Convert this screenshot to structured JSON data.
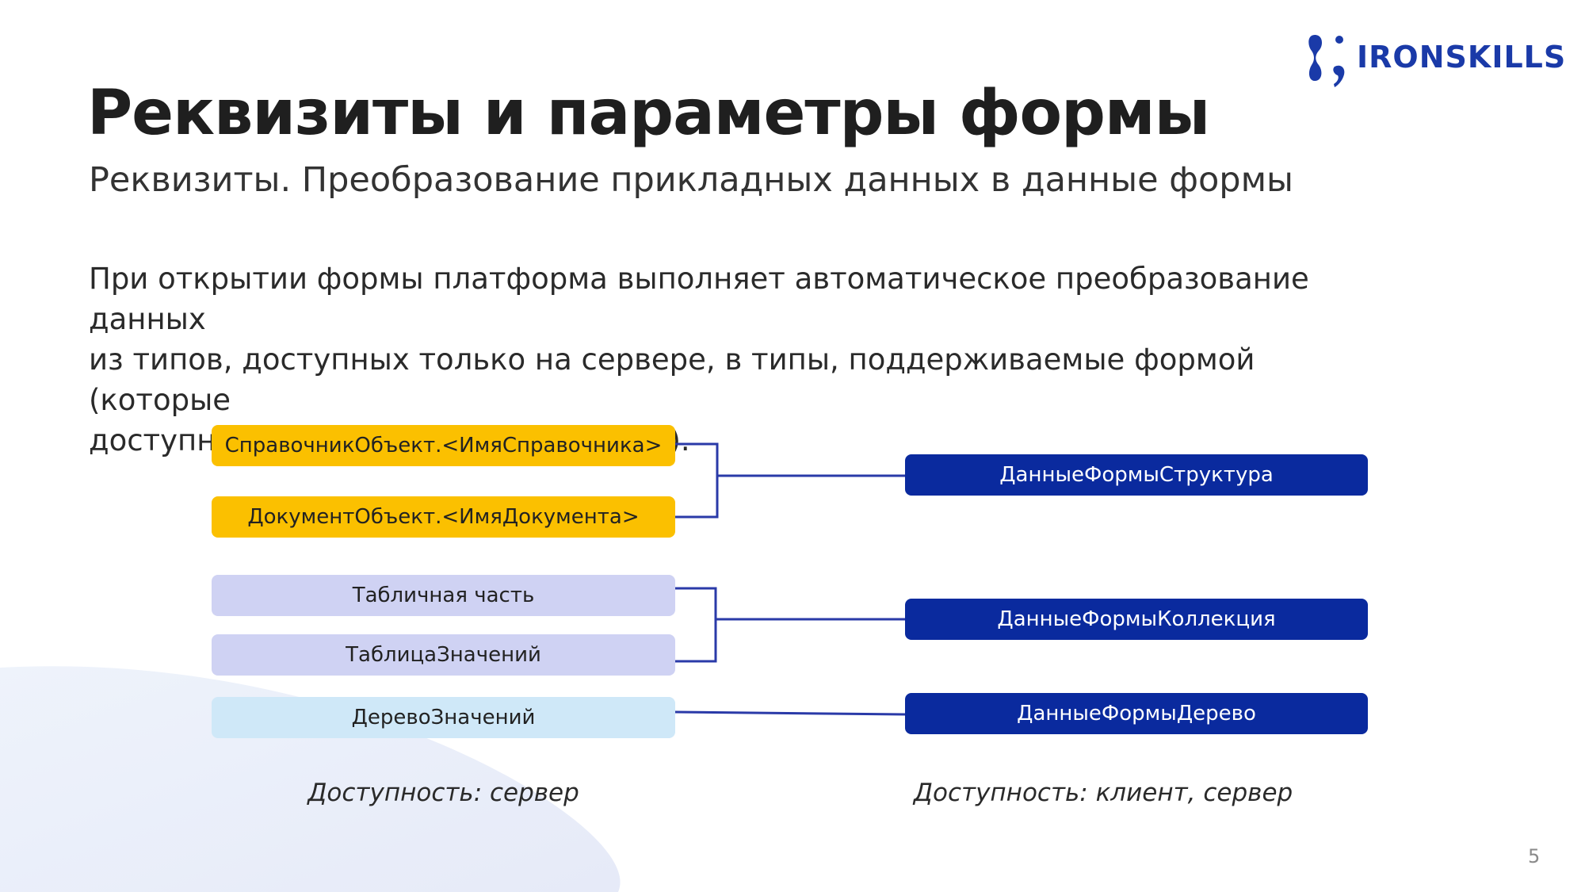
{
  "brand": {
    "name": "IRONSKILLS",
    "color": "#1a3aa8"
  },
  "title": "Реквизиты и параметры формы",
  "subtitle": "Реквизиты. Преобразование прикладных данных в данные формы",
  "body_lines": [
    "При открытии формы платформа выполняет автоматическое преобразование данных",
    "из типов, доступных только на сервере, в типы, поддерживаемые формой (которые",
    "доступны и на клиенте, и на сервере)."
  ],
  "diagram": {
    "server_types": [
      "СправочникОбъект.<ИмяСправочника>",
      "ДокументОбъект.<ИмяДокумента>",
      "Табличная часть",
      "ТаблицаЗначений",
      "ДеревоЗначений"
    ],
    "form_types": [
      "ДанныеФормыСтруктура",
      "ДанныеФормыКоллекция",
      "ДанныеФормыДерево"
    ],
    "server_label": "Доступность: сервер",
    "client_label": "Доступность: клиент, сервер"
  },
  "colors": {
    "yellow": "#fbc000",
    "lavender": "#cfd2f3",
    "sky": "#cfe8f8",
    "navy": "#0a2a9e",
    "connector": "#2a3aa8"
  },
  "page_number": "5"
}
